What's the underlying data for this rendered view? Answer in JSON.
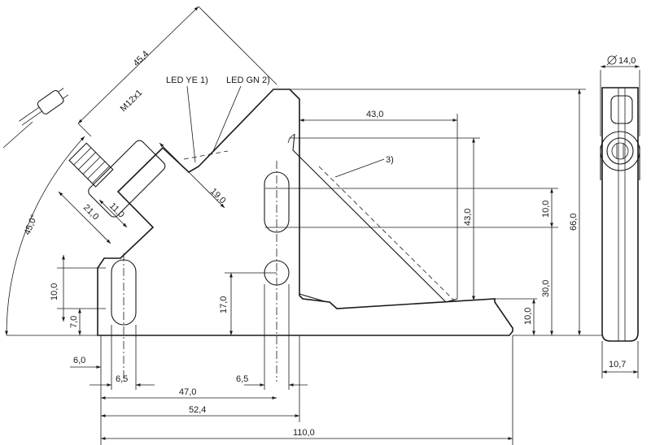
{
  "labels": {
    "led_ye": "LED YE 1)",
    "led_gn": "LED GN 2)",
    "thread": "M12x1",
    "note3": "3)",
    "angle": "45,0°",
    "dia": "14,0"
  },
  "dimensions": {
    "d454": "45,4",
    "d430_top": "43,0",
    "d430_vert": "43,0",
    "d190": "19,0",
    "d210": "21,0",
    "d110": "11,0",
    "d100_left": "10,0",
    "d70": "7,0",
    "d60": "6,0",
    "d65_left": "6,5",
    "d65_mid": "6,5",
    "d470": "47,0",
    "d524": "52,4",
    "d1100": "110,0",
    "d170": "17,0",
    "d100_right": "10,0",
    "d300": "30,0",
    "d100_bottom": "10,0",
    "d660": "66,0",
    "d107": "10,7"
  },
  "colors": {
    "line": "#1a1a1a",
    "background": "#ffffff"
  },
  "icons": {
    "diameter": "diameter-symbol",
    "connector": "cable-connector-icon"
  }
}
